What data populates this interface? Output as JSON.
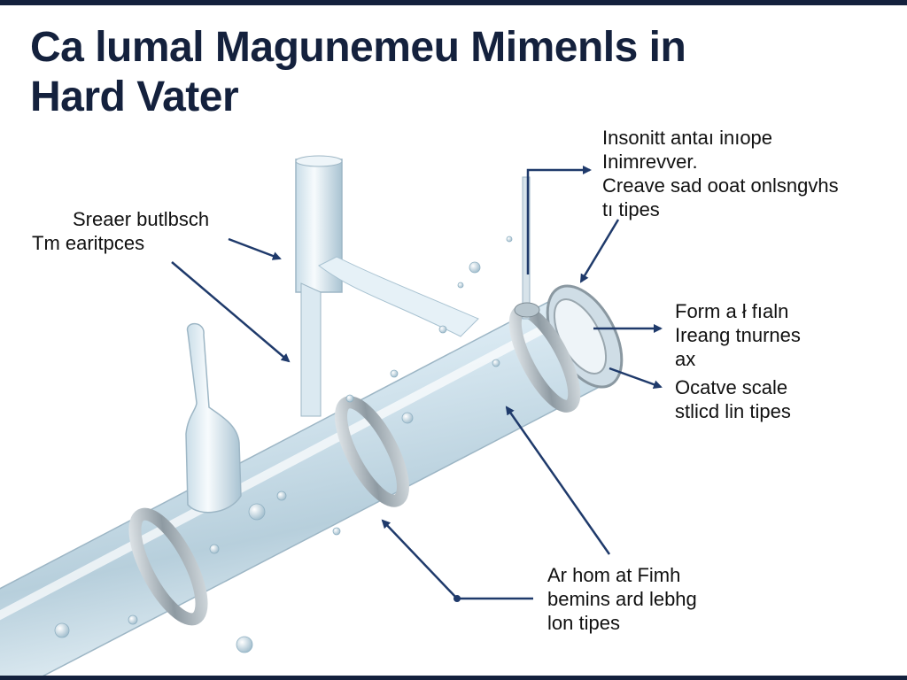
{
  "title": {
    "line1": "Ca lumal Magunemeu Mimenls in",
    "line2": "Hard Vater"
  },
  "labels": {
    "left": [
      "Sreaer butlbsch",
      "Tm earitpces"
    ],
    "top_right": [
      "Insonitt antaı inıope",
      "Inimrevver.",
      "Creave sad ooat onlsngvhs",
      "tı tipes"
    ],
    "form": [
      "Form a ł fıaln",
      "Ireang tnurnes",
      "ax"
    ],
    "scale": [
      "Ocatve scale",
      "stlicd lin tipes"
    ],
    "bottom": [
      "Ar hom at Fimh",
      "bemins ard lebhg",
      "lon tipes"
    ]
  },
  "colors": {
    "title": "#14213d",
    "arrow": "#1f3a6b",
    "border": "#14213d"
  }
}
